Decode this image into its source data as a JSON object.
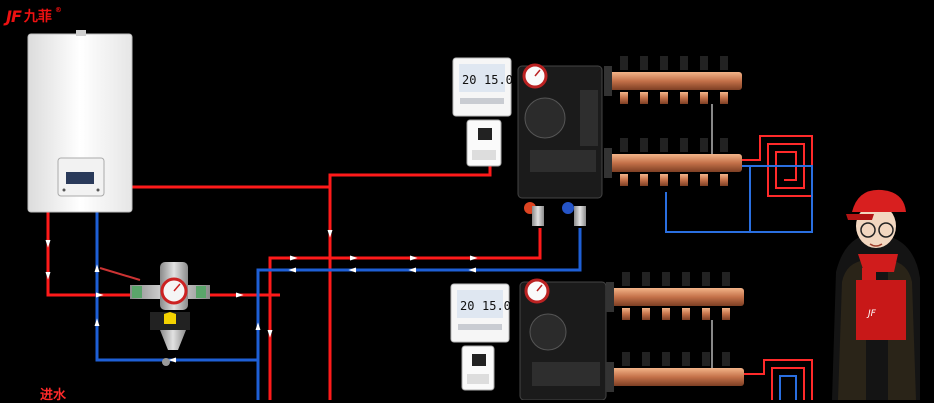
{
  "brand": {
    "logo_mark": "JF",
    "name": "九菲",
    "registered": "®"
  },
  "labels": {
    "water_inlet": "进水"
  },
  "thermostats": [
    {
      "set_temp": "20",
      "room_temp": "15.0"
    },
    {
      "set_temp": "20",
      "room_temp": "15.0"
    }
  ],
  "colors": {
    "hot_pipe": "#ff1a1a",
    "cold_pipe": "#1e5fd6",
    "background": "#000000",
    "brand": "#e11111"
  }
}
